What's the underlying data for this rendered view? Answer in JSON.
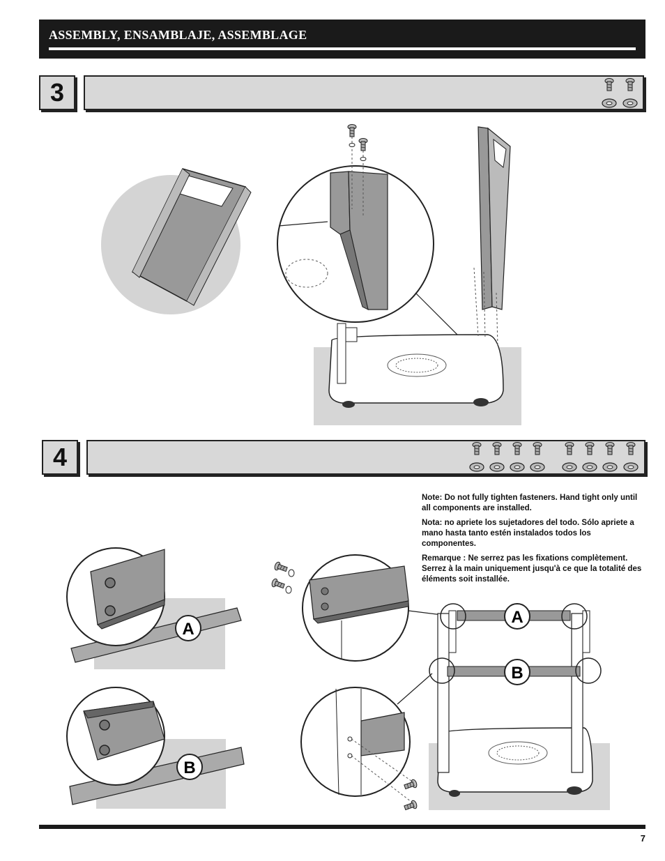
{
  "header": {
    "title": "ASSEMBLY, ENSAMBLAJE, ASSEMBLAGE"
  },
  "steps": [
    {
      "number": "3"
    },
    {
      "number": "4"
    }
  ],
  "callouts": {
    "a": "A",
    "b": "B"
  },
  "notes": [
    "Note: Do not fully tighten fasteners. Hand tight only until all components are installed.",
    "Nota: no apriete los sujetadores del todo. Sólo apriete a mano hasta tanto estén instalados todos los componentes.",
    "Remarque : Ne serrez pas les fixations complètement. Serrez à la main uniquement jusqu'à ce que la totalité des éléments soit installée."
  ],
  "page_number": "7"
}
